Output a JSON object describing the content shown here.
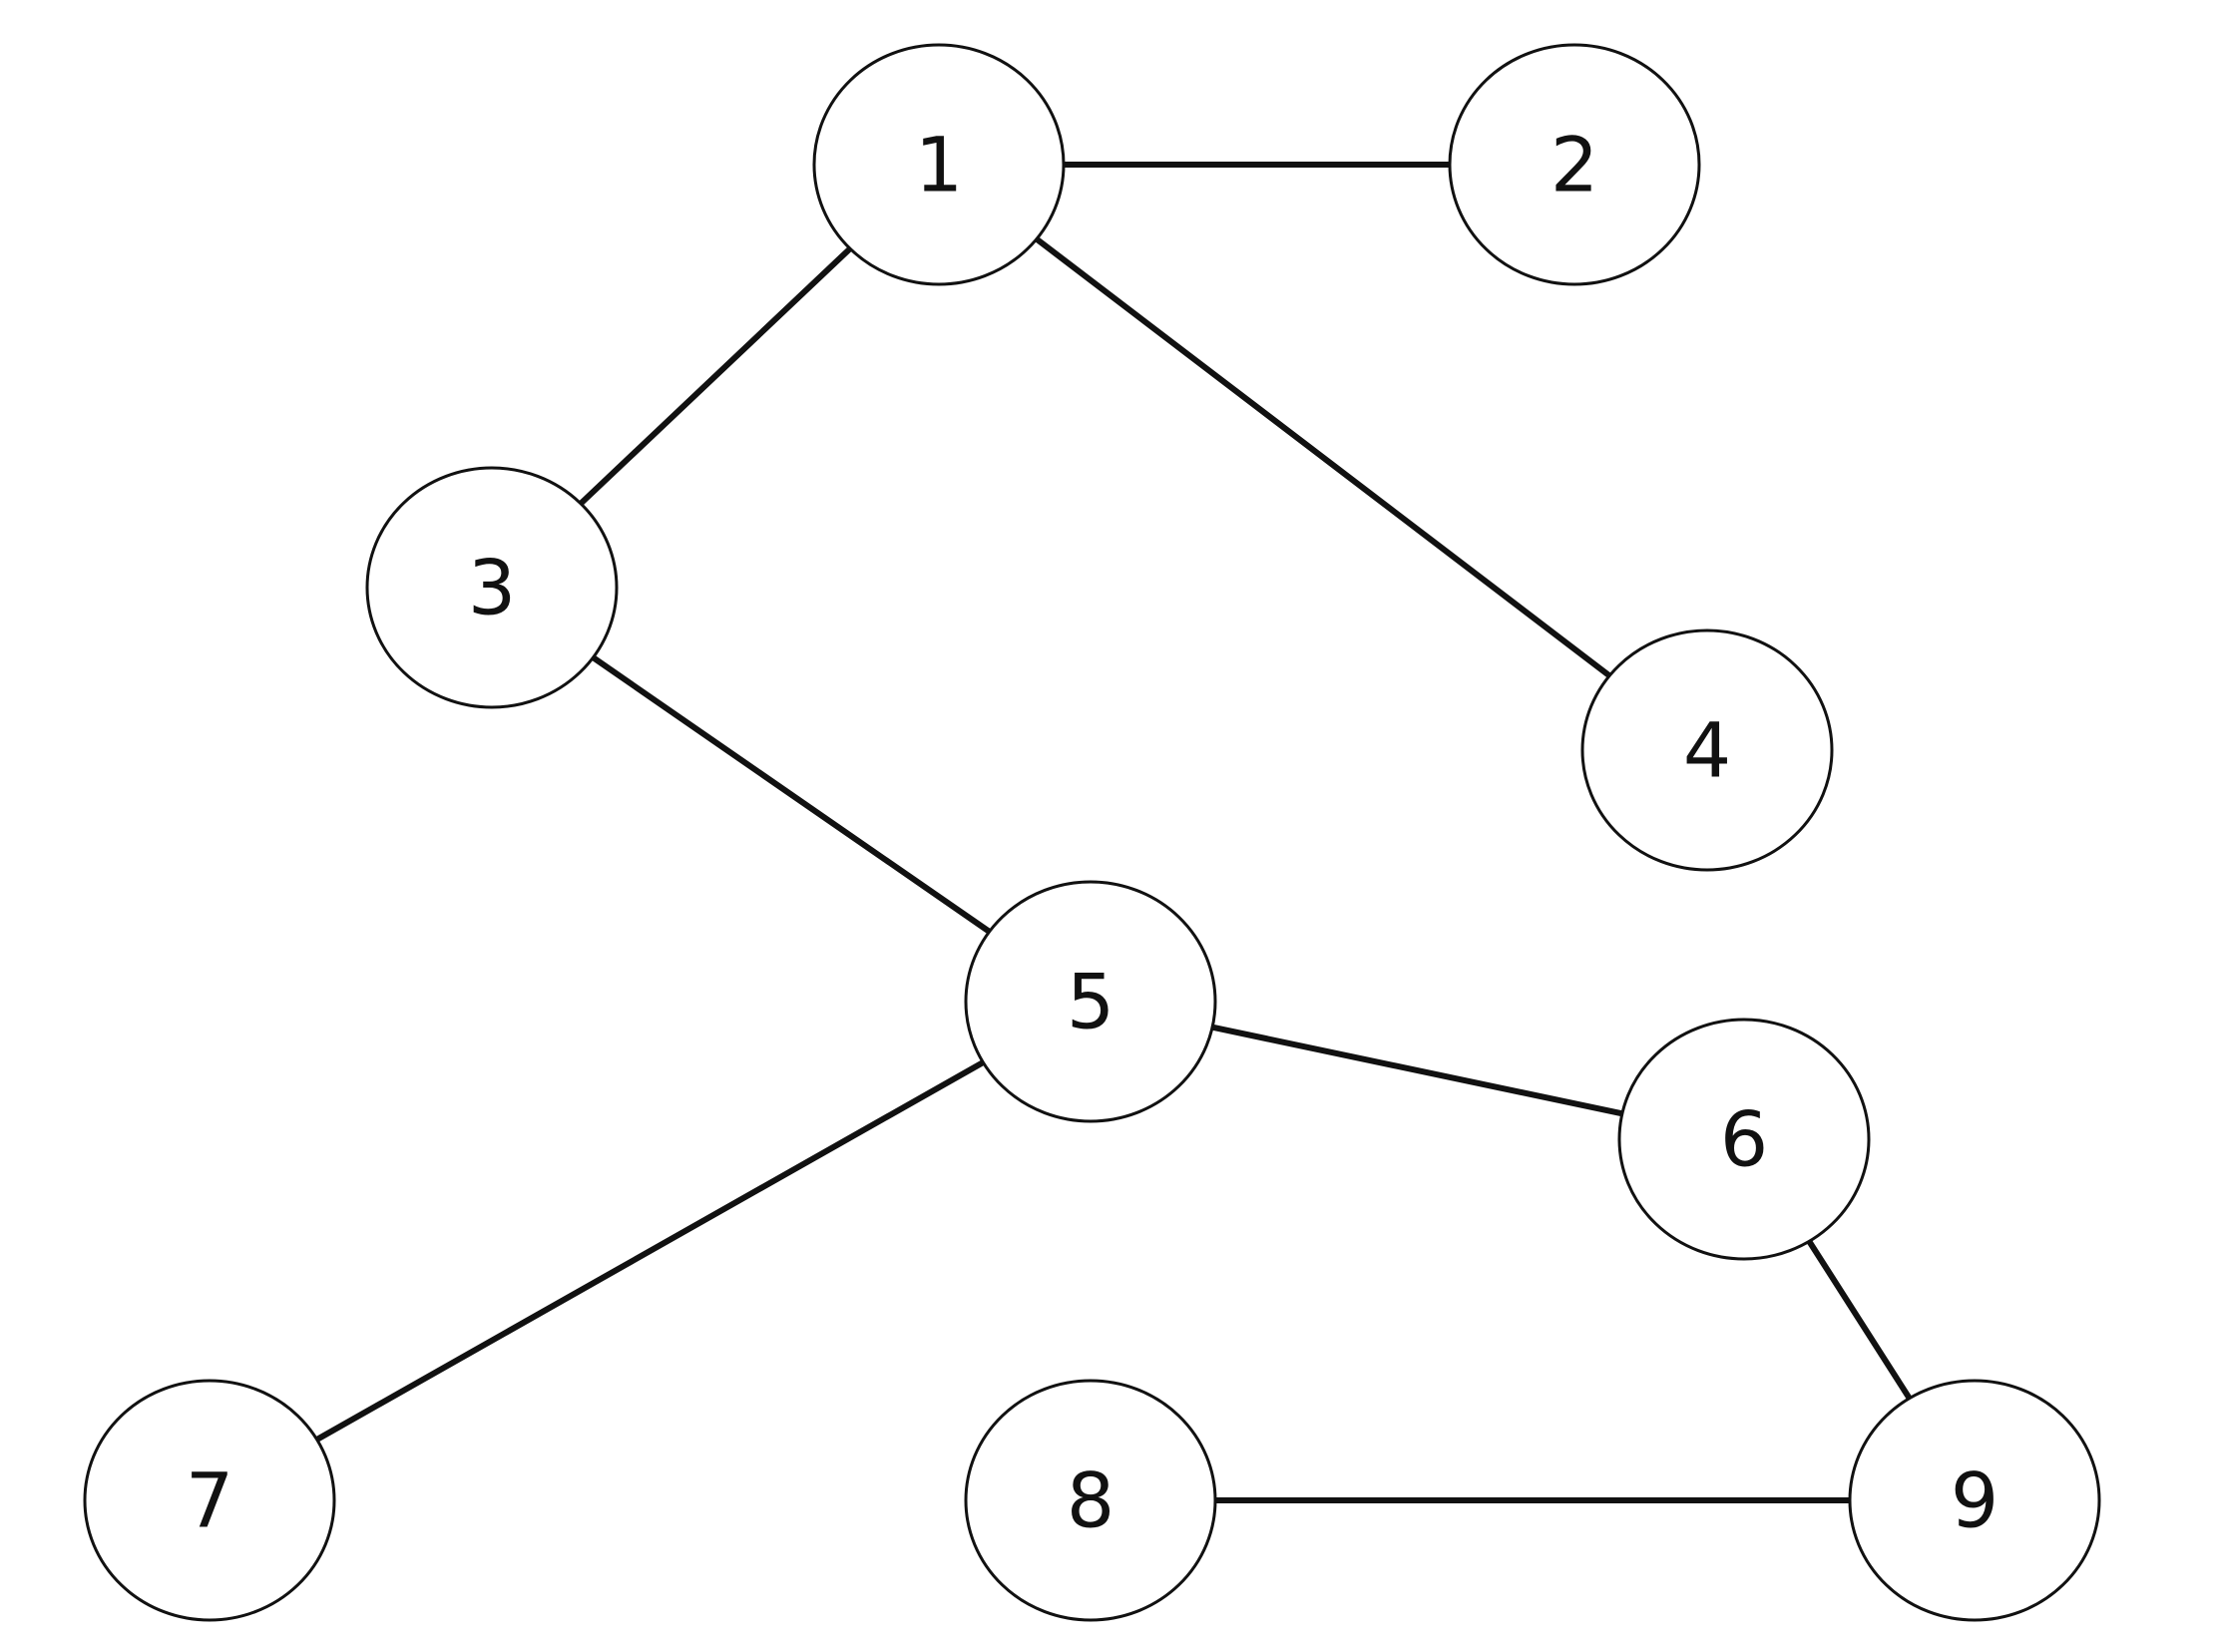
{
  "graph": {
    "nodes": [
      {
        "id": "1",
        "label": "1"
      },
      {
        "id": "2",
        "label": "2"
      },
      {
        "id": "3",
        "label": "3"
      },
      {
        "id": "4",
        "label": "4"
      },
      {
        "id": "5",
        "label": "5"
      },
      {
        "id": "6",
        "label": "6"
      },
      {
        "id": "7",
        "label": "7"
      },
      {
        "id": "8",
        "label": "8"
      },
      {
        "id": "9",
        "label": "9"
      }
    ],
    "edges": [
      {
        "from": "1",
        "to": "2"
      },
      {
        "from": "1",
        "to": "3"
      },
      {
        "from": "1",
        "to": "4"
      },
      {
        "from": "3",
        "to": "5"
      },
      {
        "from": "5",
        "to": "6"
      },
      {
        "from": "5",
        "to": "7"
      },
      {
        "from": "6",
        "to": "9"
      },
      {
        "from": "8",
        "to": "9"
      }
    ],
    "colors": {
      "stroke": "#111111",
      "fill": "#ffffff",
      "text": "#111111"
    }
  }
}
